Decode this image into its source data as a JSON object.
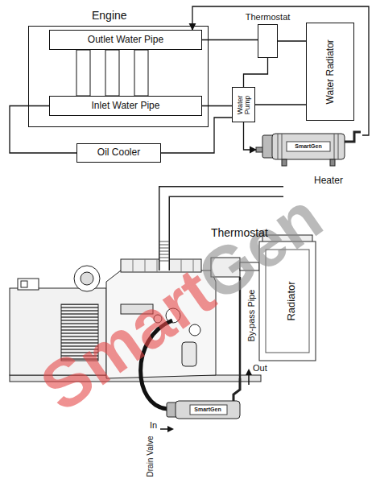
{
  "diagram": {
    "nodes": [
      {
        "text": [
          "Engine"
        ]
      },
      {
        "text": [
          "Outlet Water Pipe"
        ],
        "in": 0
      },
      {
        "text": [
          "Inlet Water Pipe"
        ],
        "in": 0
      },
      {
        "text": [
          "Thermostat"
        ]
      },
      {
        "text": [
          "Water Radiator"
        ]
      },
      {
        "text": [
          "Water Pump"
        ]
      },
      {
        "text": [
          "Oil Cooler"
        ]
      },
      {
        "text": [
          "Heater"
        ]
      }
    ],
    "edges": [
      {
        "from": 1,
        "to": 3,
        "arrow": "none"
      },
      {
        "from": 3,
        "to": 4,
        "arrow": "none"
      },
      {
        "from": 3,
        "to": 5,
        "arrow": "none"
      },
      {
        "from": 4,
        "to": 5,
        "arrow": "none"
      },
      {
        "from": 5,
        "to": 2,
        "arrow": "none"
      },
      {
        "from": 2,
        "to": 6,
        "arrow": "none"
      },
      {
        "from": 6,
        "to": 5,
        "arrow": "none"
      },
      {
        "from": 5,
        "to": 7,
        "arrow": "to"
      },
      {
        "from": 7,
        "to": 1,
        "arrow": "to"
      }
    ],
    "labels": [
      "SmartGen",
      "SmartGen",
      "Thermostat",
      "By-pass Pipe",
      "Radiator",
      "Out",
      "In",
      "Drain Valve",
      "SmartGen"
    ]
  }
}
